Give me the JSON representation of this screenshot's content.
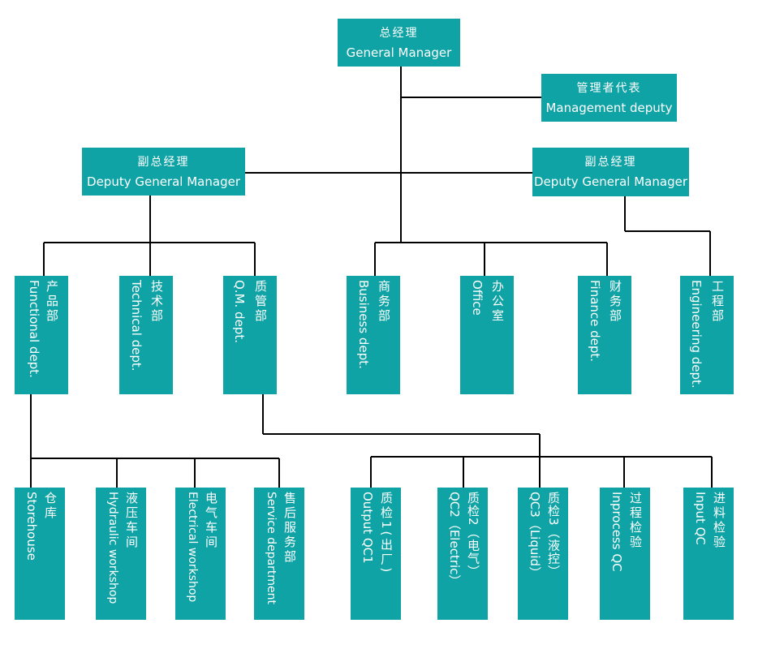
{
  "gm": {
    "zh": "总经理",
    "en": "General Manager"
  },
  "deputy_rep": {
    "zh": "管理者代表",
    "en": "Management deputy"
  },
  "dgm_left": {
    "zh": "副总经理",
    "en": "Deputy General Manager"
  },
  "dgm_right": {
    "zh": "副总经理",
    "en": "Deputy General Manager"
  },
  "departments": [
    {
      "zh": "产品部",
      "en": "Functional dept."
    },
    {
      "zh": "技术部",
      "en": "Technical dept."
    },
    {
      "zh": "质管部",
      "en": "Q.M. dept."
    },
    {
      "zh": "商务部",
      "en": "Business dept."
    },
    {
      "zh": "办公室",
      "en": "Office"
    },
    {
      "zh": "财务部",
      "en": "Finance dept."
    },
    {
      "zh": "工程部",
      "en": "Engineering dept."
    }
  ],
  "production_units": [
    {
      "zh": "仓库",
      "en": "Storehouse"
    },
    {
      "zh": "液压车间",
      "en": "Hydraulic workshop"
    },
    {
      "zh": "电气车间",
      "en": "Electrical workshop"
    },
    {
      "zh": "售后服务部",
      "en": "Service department"
    }
  ],
  "qc_units": [
    {
      "zh": "质检1(出厂)",
      "en": "Output QC1"
    },
    {
      "zh": "质检2（电气）",
      "en": "QC2（Electric）"
    },
    {
      "zh": "质检3（液控）",
      "en": "QC3（Liquid）"
    },
    {
      "zh": "过程检验",
      "en": "Inprocess QC"
    },
    {
      "zh": "进料检验",
      "en": "Input QC"
    }
  ],
  "colors": {
    "box": "#0fa3a6",
    "text": "#ffffff",
    "line": "#000000"
  }
}
